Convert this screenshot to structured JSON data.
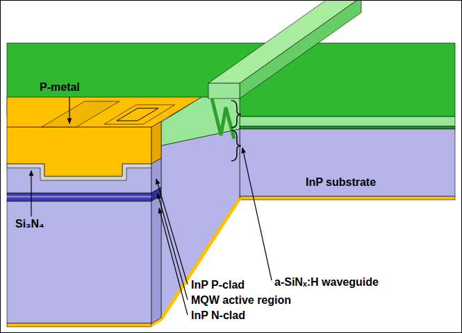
{
  "diagram": {
    "labels": [
      "P-metal",
      "Si₃N₄",
      "InP substrate",
      "a-SiNₓ:H waveguide",
      "InP P-clad",
      "MQW active region",
      "InP N-clad"
    ]
  }
}
